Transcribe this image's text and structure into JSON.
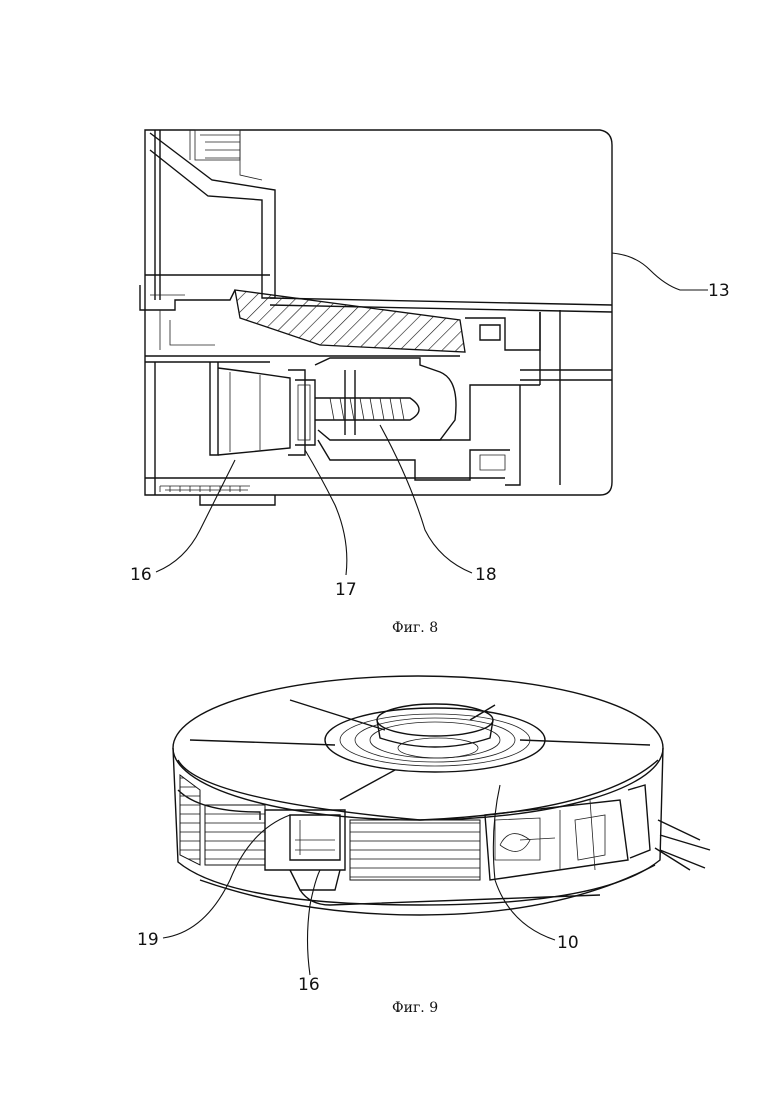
{
  "figure8": {
    "caption": "Фиг. 8",
    "refs": {
      "r13": "13",
      "r16": "16",
      "r17": "17",
      "r18": "18"
    }
  },
  "figure9": {
    "caption": "Фиг. 9",
    "refs": {
      "r19": "19",
      "r16": "16",
      "r10": "10"
    }
  }
}
